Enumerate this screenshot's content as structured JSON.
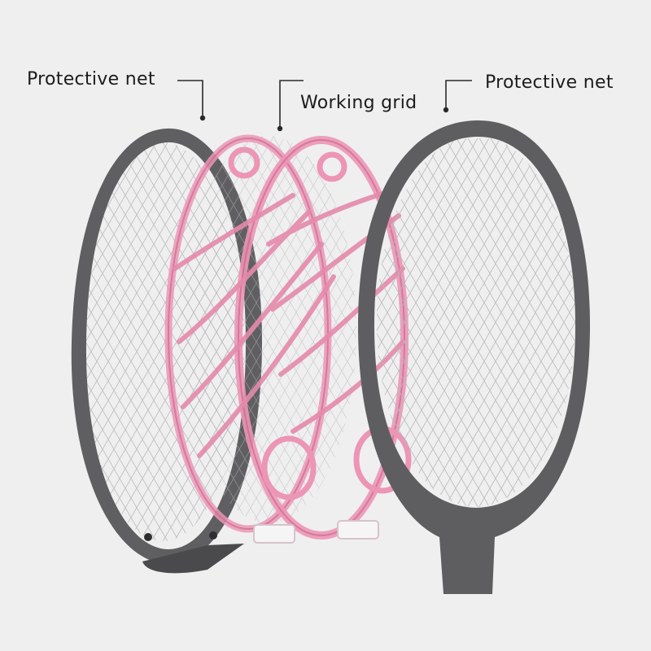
{
  "labels": {
    "left": "Protective net",
    "middle": "Working grid",
    "right": "Protective net"
  },
  "colors": {
    "background": "#efefef",
    "frame": "#5e5e60",
    "frame_dark": "#3c3c3e",
    "grid_pink": "#ec95b4",
    "grid_pink_dark": "#c86a8e",
    "mesh": "#b9b9bb",
    "text": "#1c1c1c"
  }
}
